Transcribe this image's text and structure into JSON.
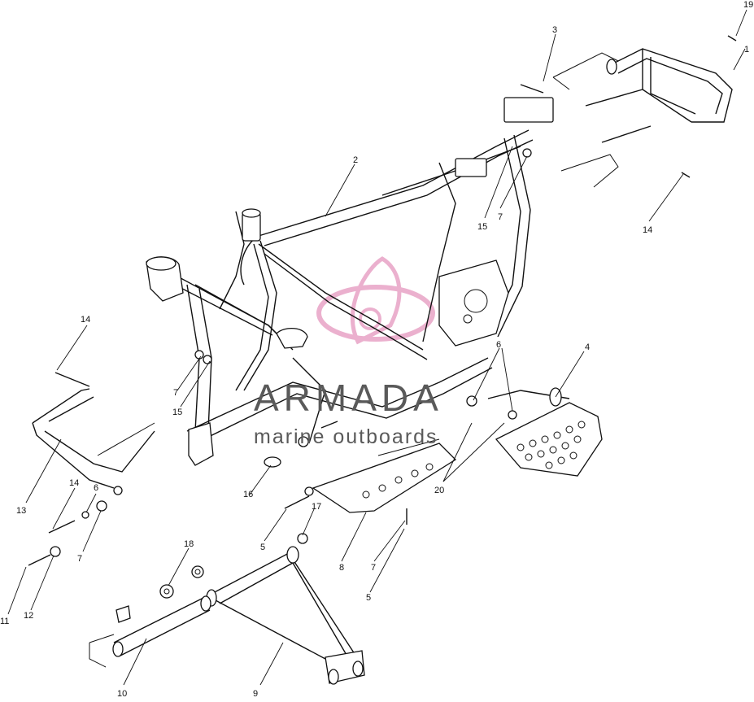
{
  "callouts": {
    "c1": "1",
    "c2": "2",
    "c3": "3",
    "c4": "4",
    "c5a": "5",
    "c5b": "5",
    "c6a": "6",
    "c6b": "6",
    "c7a": "7",
    "c7b": "7",
    "c7c": "7",
    "c7d": "7",
    "c8": "8",
    "c9": "9",
    "c10": "10",
    "c11": "11",
    "c12": "12",
    "c13": "13",
    "c14a": "14",
    "c14b": "14",
    "c14c": "14",
    "c15a": "15",
    "c15b": "15",
    "c16": "16",
    "c17": "17",
    "c18": "18",
    "c19": "19",
    "c20": "20"
  },
  "watermark": {
    "brand": "ARMADA",
    "tagline": "marine outboards",
    "logo_color": "#e8a3c6"
  }
}
